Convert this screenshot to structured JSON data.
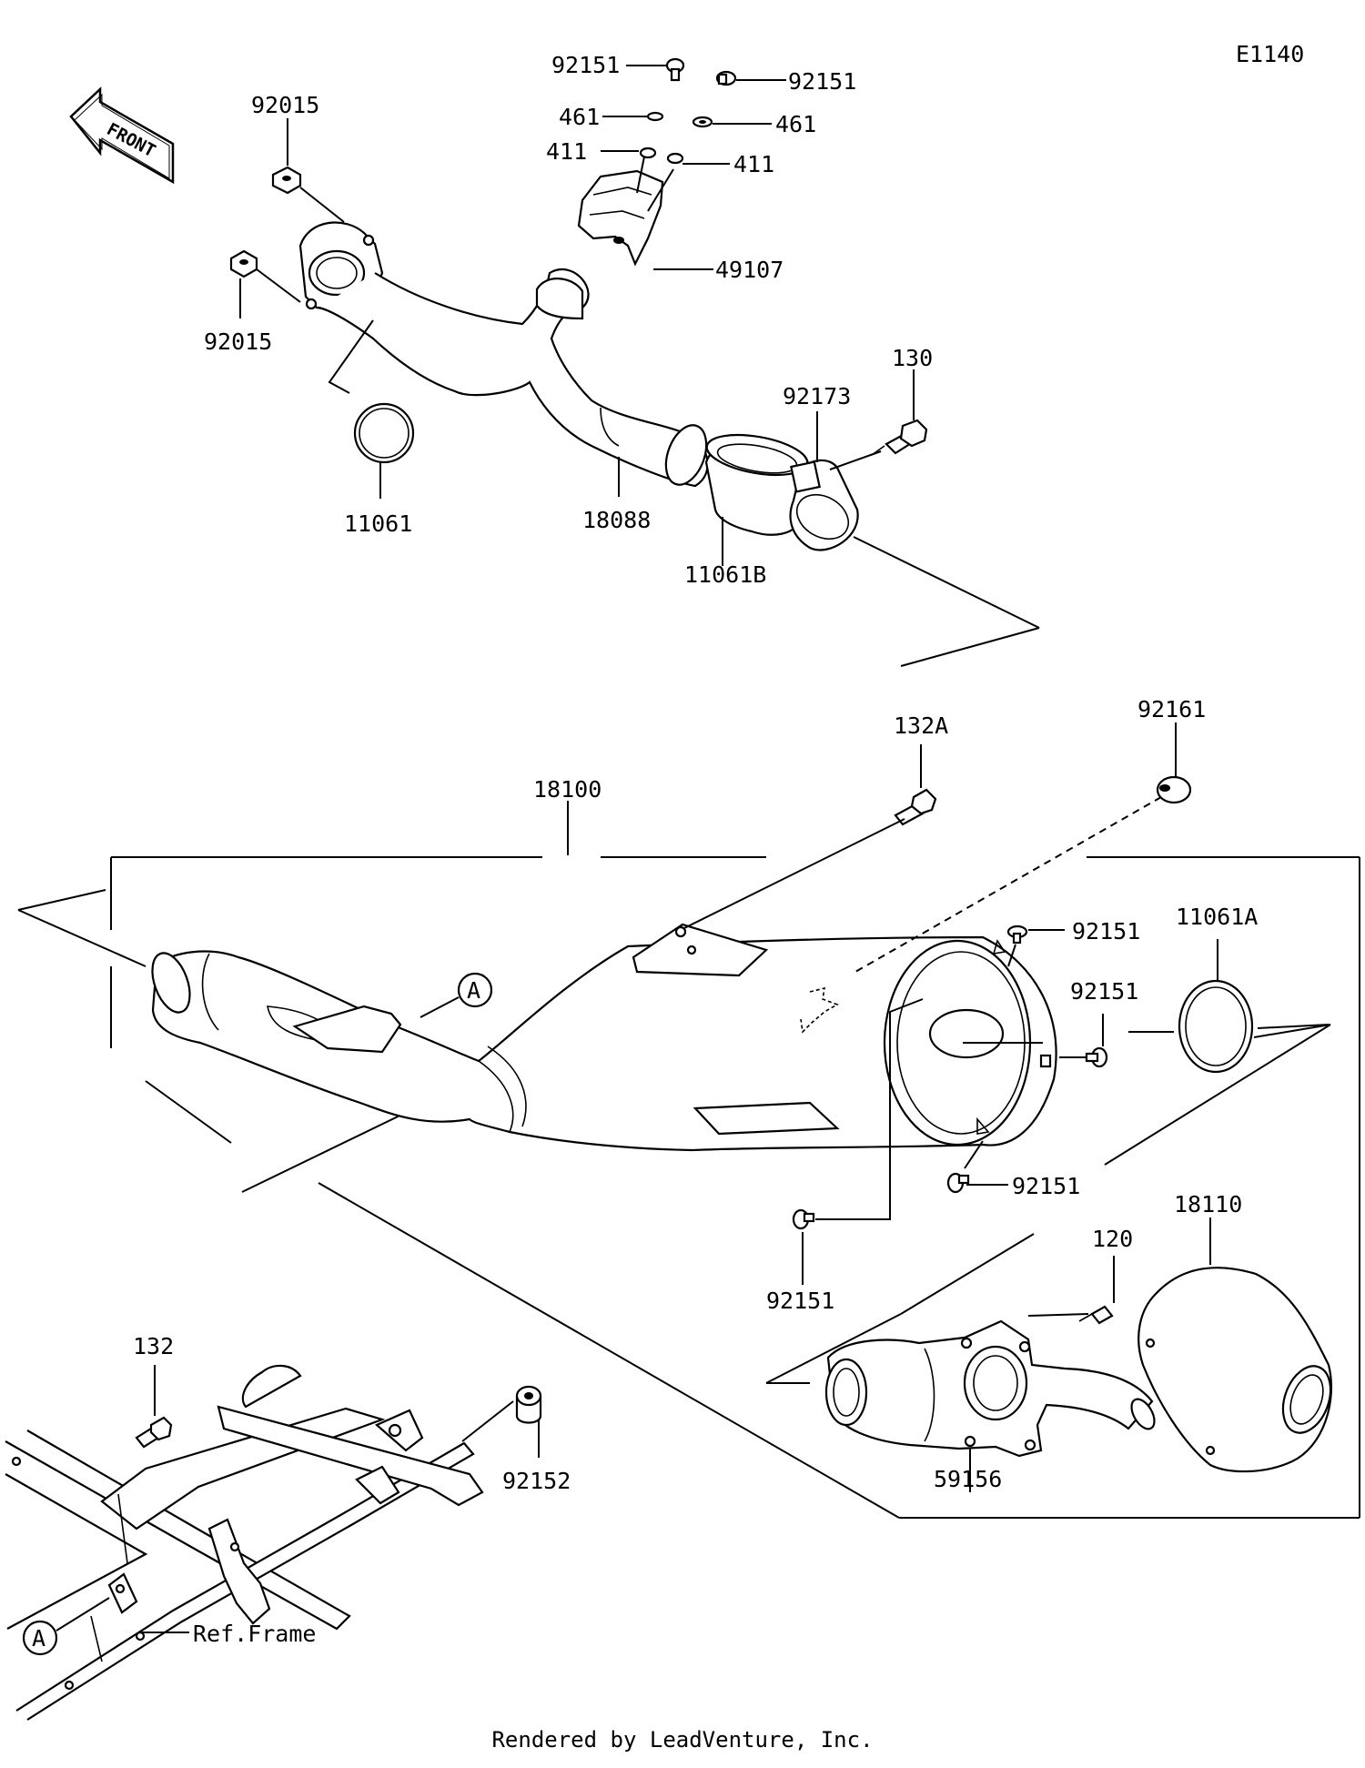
{
  "diagram_id": "E1140",
  "front_label": "FRONT",
  "parts": {
    "p92151_a": "92151",
    "p92151_b": "92151",
    "p461_a": "461",
    "p461_b": "461",
    "p411_a": "411",
    "p411_b": "411",
    "p49107": "49107",
    "p92015_a": "92015",
    "p92015_b": "92015",
    "p11061": "11061",
    "p18088": "18088",
    "p11061B": "11061B",
    "p92173": "92173",
    "p130": "130",
    "p132A": "132A",
    "p92161": "92161",
    "p18100": "18100",
    "p92151_c": "92151",
    "p11061A": "11061A",
    "p92151_d": "92151",
    "p92151_e": "92151",
    "p92151_f": "92151",
    "p18110": "18110",
    "p120": "120",
    "p59156": "59156",
    "p132": "132",
    "p92152": "92152"
  },
  "ref_marker_a1": "A",
  "ref_marker_a2": "A",
  "ref_frame": "Ref.Frame",
  "footer": "Rendered by LeadVenture, Inc."
}
